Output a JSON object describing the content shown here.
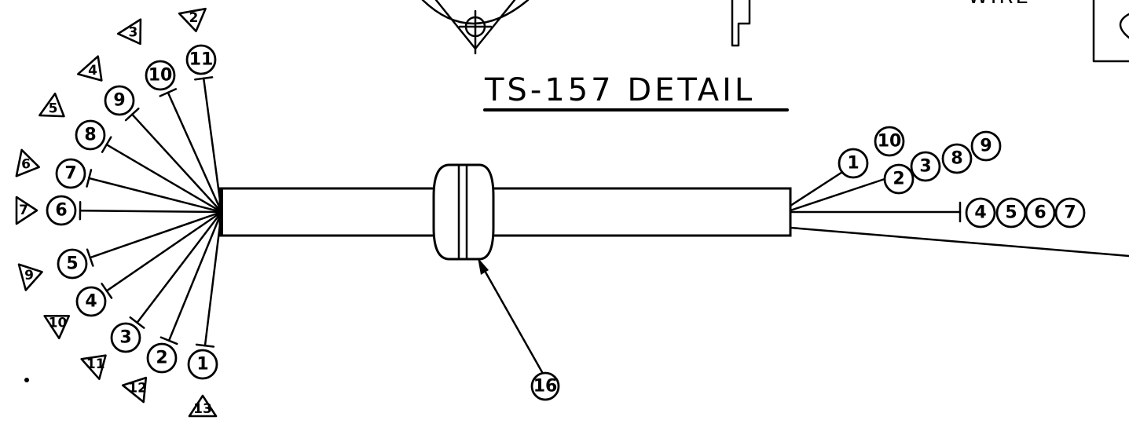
{
  "detail_title": "TS-157 DETAIL",
  "top_text": "WIRE",
  "grommet_callout": "16",
  "left_fan": [
    {
      "circle": "11",
      "triangle": "2"
    },
    {
      "circle": "10",
      "triangle": "3"
    },
    {
      "circle": "9",
      "triangle": "4"
    },
    {
      "circle": "8",
      "triangle": "5"
    },
    {
      "circle": "7",
      "triangle": "6"
    },
    {
      "circle": "6",
      "triangle": "7"
    },
    {
      "circle": "5",
      "triangle": "9"
    },
    {
      "circle": "4",
      "triangle": "10"
    },
    {
      "circle": "3",
      "triangle": "11"
    },
    {
      "circle": "2",
      "triangle": "12"
    },
    {
      "circle": "1",
      "triangle": "13"
    }
  ],
  "right_groups": [
    {
      "labels": [
        "1",
        "10"
      ]
    },
    {
      "labels": [
        "2",
        "3",
        "8",
        "9"
      ]
    },
    {
      "labels": [
        "4",
        "5",
        "6",
        "7"
      ]
    }
  ]
}
